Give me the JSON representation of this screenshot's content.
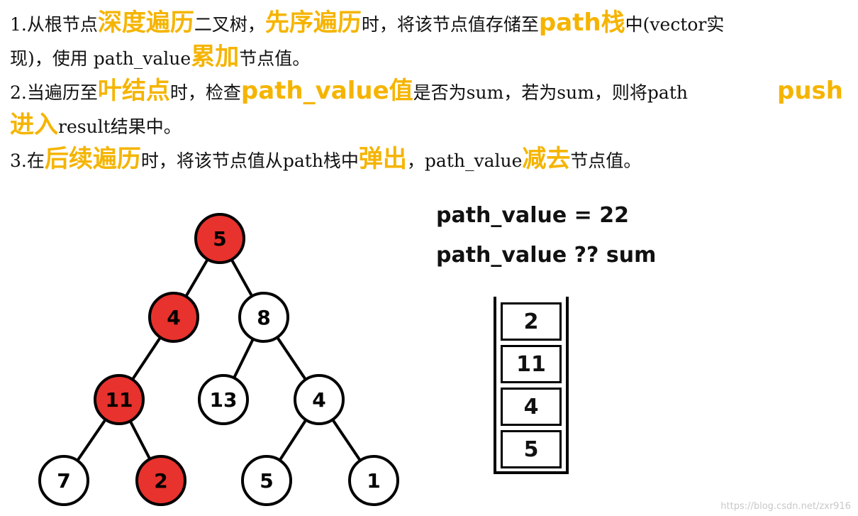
{
  "notes": {
    "line1": {
      "a": "1.从根节点",
      "b": "深度遍历",
      "c": "二叉树，",
      "d": "先序遍历",
      "e": "时，将该节点值存储至",
      "f": "path栈",
      "g": "中(vector实"
    },
    "line2": {
      "a": "现)，使用 path_value",
      "b": "累加",
      "c": "节点值。"
    },
    "line3": {
      "a": "2.当遍历至",
      "b": "叶结点",
      "c": "时，检查",
      "d": "path_value值",
      "e": "是否为sum，若为sum，则将path",
      "f": "push"
    },
    "line4": {
      "a": "进入",
      "b": "result结果中。"
    },
    "line5": {
      "a": "3.在",
      "b": "后续遍历",
      "c": "时，将该节点值从path栈中",
      "d": "弹出",
      "e": "，path_value",
      "f": "减去",
      "g": "节点值。"
    }
  },
  "tree": {
    "nodes": [
      {
        "id": "root-5",
        "label": "5",
        "highlight": true
      },
      {
        "id": "n-4",
        "label": "4",
        "highlight": true
      },
      {
        "id": "n-8",
        "label": "8",
        "highlight": false
      },
      {
        "id": "n-11",
        "label": "11",
        "highlight": true
      },
      {
        "id": "n-13",
        "label": "13",
        "highlight": false
      },
      {
        "id": "n-4b",
        "label": "4",
        "highlight": false
      },
      {
        "id": "n-7",
        "label": "7",
        "highlight": false
      },
      {
        "id": "n-2",
        "label": "2",
        "highlight": true
      },
      {
        "id": "n-5b",
        "label": "5",
        "highlight": false
      },
      {
        "id": "n-1",
        "label": "1",
        "highlight": false
      }
    ],
    "edges": [
      [
        "root-5",
        "n-4"
      ],
      [
        "root-5",
        "n-8"
      ],
      [
        "n-4",
        "n-11"
      ],
      [
        "n-8",
        "n-13"
      ],
      [
        "n-8",
        "n-4b"
      ],
      [
        "n-11",
        "n-7"
      ],
      [
        "n-11",
        "n-2"
      ],
      [
        "n-4b",
        "n-5b"
      ],
      [
        "n-4b",
        "n-1"
      ]
    ],
    "highlight_color": "#e8322d"
  },
  "status": {
    "path_value_line": "path_value = 22",
    "check_line": "path_value ?? sum"
  },
  "stack": {
    "items": [
      "2",
      "11",
      "4",
      "5"
    ]
  },
  "watermark": "https://blog.csdn.net/zxr916"
}
